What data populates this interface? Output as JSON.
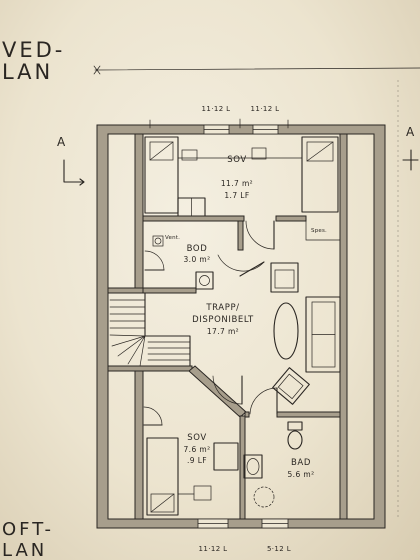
{
  "sheet_titles": {
    "top": [
      "VED-",
      "LAN"
    ],
    "bottom": [
      "OFT-",
      "LAN"
    ]
  },
  "section_markers": {
    "left": "A",
    "right": "A"
  },
  "window_labels": {
    "top_left": "11·12 L",
    "top_right": "11·12 L",
    "bottom_left": "11·12 L",
    "bottom_right": "5·12 L"
  },
  "rooms": {
    "bedroom_upper": {
      "name": "SOV",
      "area": "11.7 m²",
      "note": "1.7 LF"
    },
    "storage": {
      "name": "BOD",
      "area": "3.0 m²"
    },
    "stair_hall": {
      "name": "TRAPP/",
      "name_line2": "DISPONIBELT",
      "area": "17.7 m²"
    },
    "bedroom_lower": {
      "name": "SOV",
      "area": "7.6 m²",
      "note": ".9 LF"
    },
    "bathroom": {
      "name": "BAD",
      "area": "5.6 m²"
    }
  },
  "annotations": {
    "vent": "Vent.",
    "pantry": "Spes."
  },
  "colors": {
    "paper": "#eee7d4",
    "ink": "#2a2622",
    "wall_fill": "#a79e8c"
  }
}
